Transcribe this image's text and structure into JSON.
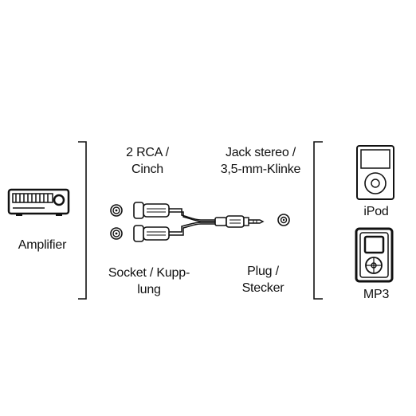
{
  "labels": {
    "amplifier": "Amplifier",
    "rca_line1": "2 RCA /",
    "rca_line2": "Cinch",
    "jack_line1": "Jack stereo /",
    "jack_line2": "3,5-mm-Klinke",
    "socket_line1": "Socket / Kupp-",
    "socket_line2": "lung",
    "plug_line1": "Plug /",
    "plug_line2": "Stecker",
    "ipod": "iPod",
    "mp3": "MP3"
  },
  "icons": {
    "amplifier": "amplifier-icon",
    "rca_socket_top": "rca-socket-icon",
    "rca_socket_bottom": "rca-socket-icon",
    "rca_connectors": "rca-connector-icon",
    "jack_plug": "jack-plug-icon",
    "jack_socket": "jack-socket-icon",
    "ipod": "ipod-icon",
    "mp3": "mp3-player-icon"
  },
  "colors": {
    "line": "#111111",
    "background": "#ffffff"
  }
}
